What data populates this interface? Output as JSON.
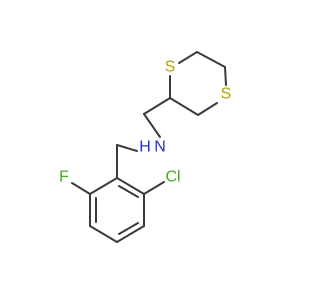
{
  "molecule": {
    "atoms": {
      "sulfur_top": {
        "label": "S",
        "color": "#b5a000"
      },
      "sulfur_right": {
        "label": "S",
        "color": "#b5a000"
      },
      "amine_nh": {
        "label": "N",
        "color": "#2233cc"
      },
      "amine_h": {
        "label": "H",
        "color": "#2233cc"
      },
      "fluorine": {
        "label": "F",
        "color": "#44aa22"
      },
      "chlorine": {
        "label": "Cl",
        "color": "#44aa22"
      }
    },
    "bond_color": "#3a3a3a"
  }
}
